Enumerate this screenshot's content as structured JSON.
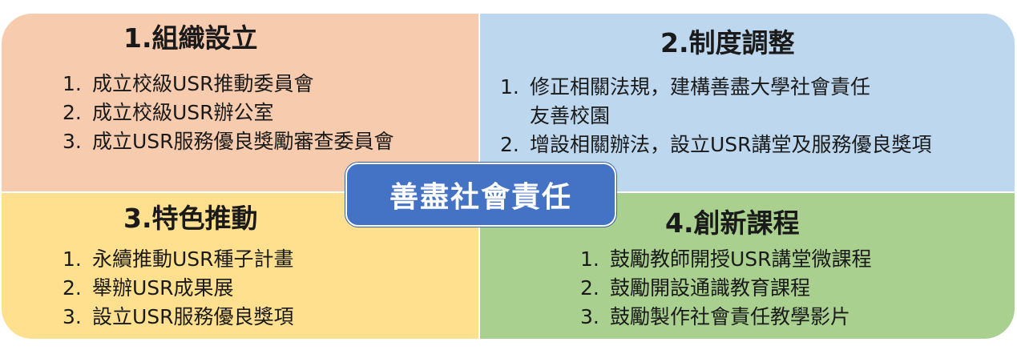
{
  "center": {
    "label": "善盡社會責任"
  },
  "quadrants": [
    {
      "title": "1.組織設立",
      "items": [
        {
          "num": "1.",
          "text": "成立校級USR推動委員會"
        },
        {
          "num": "2.",
          "text": "成立校級USR辦公室"
        },
        {
          "num": "3.",
          "text": "成立USR服務優良獎勵審查委員會"
        }
      ]
    },
    {
      "title": "2.制度調整",
      "items": [
        {
          "num": "1.",
          "text": "修正相關法規，建構善盡大學社會責任",
          "cont": "友善校園"
        },
        {
          "num": "2.",
          "text": "增設相關辦法，設立USR講堂及服務優良獎項"
        }
      ]
    },
    {
      "title": "3.特色推動",
      "items": [
        {
          "num": "1.",
          "text": "永續推動USR種子計畫"
        },
        {
          "num": "2.",
          "text": "舉辦USR成果展"
        },
        {
          "num": "3.",
          "text": "設立USR服務優良獎項"
        }
      ]
    },
    {
      "title": "4.創新課程",
      "items": [
        {
          "num": "1.",
          "text": "鼓勵教師開授USR講堂微課程"
        },
        {
          "num": "2.",
          "text": "鼓勵開設通識教育課程"
        },
        {
          "num": "3.",
          "text": "鼓勵製作社會責任教學影片"
        }
      ]
    }
  ],
  "colors": {
    "q1": "#f7cbad",
    "q2": "#bdd7ee",
    "q3": "#fee08e",
    "q4": "#a9d08e",
    "center": "#4472c4"
  }
}
